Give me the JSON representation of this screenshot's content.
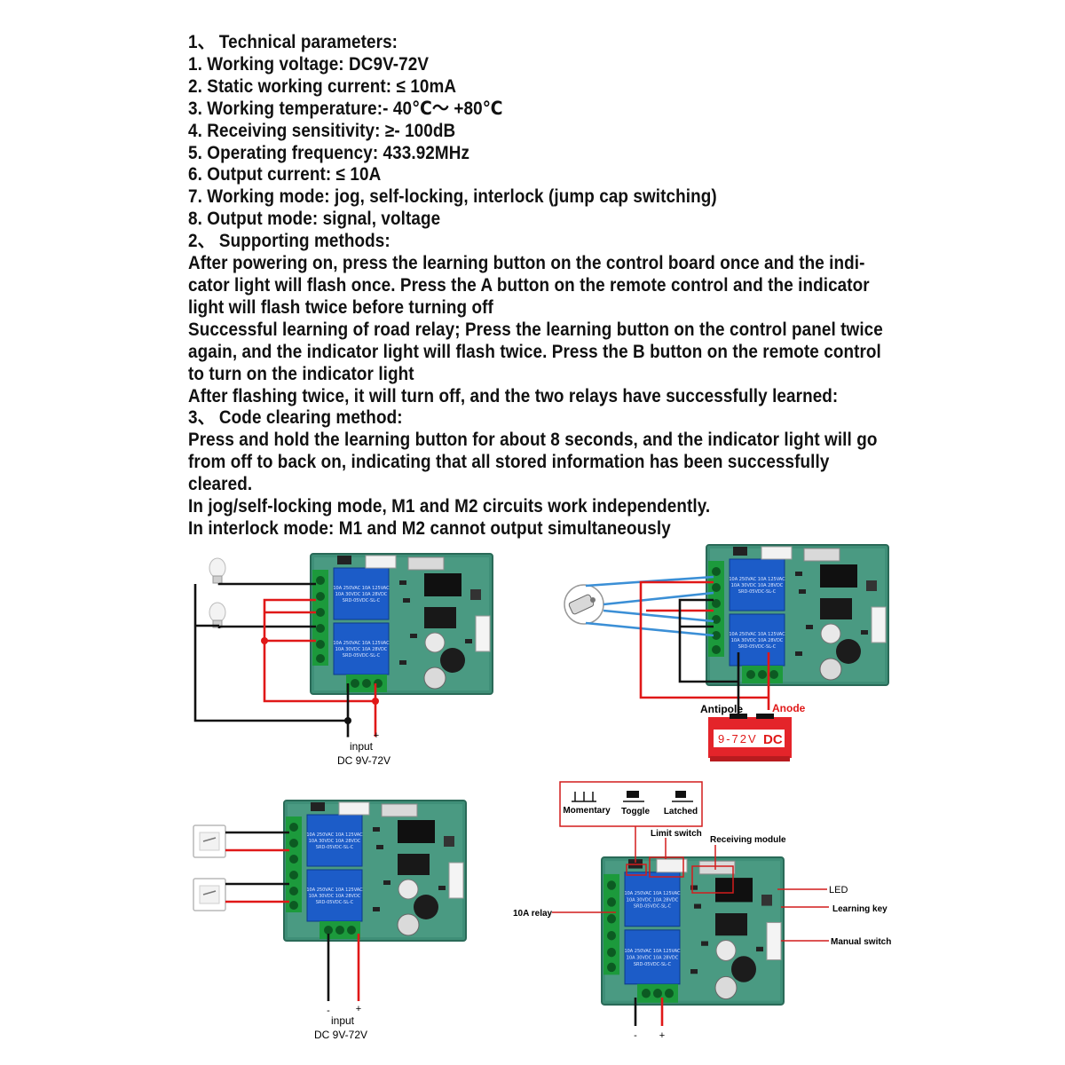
{
  "text_lines": [
    "1、 Technical parameters:",
    "1. Working voltage: DC9V-72V",
    "2. Static working current: ≤ 10mA",
    "3. Working temperature:- 40℃～ +80℃",
    "4. Receiving sensitivity: ≥- 100dB",
    "5. Operating frequency: 433.92MHz",
    "6. Output current: ≤ 10A",
    "7. Working mode: jog, self-locking, interlock (jump cap switching)",
    "8. Output mode: signal, voltage",
    "2、 Supporting methods:",
    "After powering on, press the learning button on the control board once and the indi-",
    "cator light will flash once. Press the A button on the remote control and the indicator",
    "light will flash twice before turning off",
    "Successful learning of road relay; Press the learning button on the control panel twice",
    "again, and the indicator light will flash twice. Press the B button on the remote control",
    "to turn on the indicator light",
    "After flashing twice, it will turn off, and the two relays have successfully learned:",
    "3、 Code clearing method:",
    "Press and hold the learning button for about 8 seconds, and the indicator light will go",
    "from off to back on, indicating that all stored information has been successfully",
    "cleared.",
    "In jog/self-locking mode, M1 and M2 circuits work independently.",
    "In interlock mode: M1 and M2 cannot output simultaneously"
  ],
  "relay_label_a": "10A 250VAC  10A 125VAC",
  "relay_label_b": "10A 30VDC   10A 28VDC",
  "relay_model": "SRD-05VDC-SL-C",
  "diagram1": {
    "minus": "-",
    "plus": "+",
    "input": "input",
    "voltage": "DC 9V-72V"
  },
  "diagram2": {
    "antipole": "Antipole",
    "anode": "Anode",
    "battery": "9-72V",
    "battery_dc": "DC"
  },
  "diagram3": {
    "minus": "-",
    "plus": "+",
    "input": "input",
    "voltage": "DC 9V-72V"
  },
  "diagram4": {
    "modes": [
      "Momentary",
      "Toggle",
      "Latched"
    ],
    "limit_switch": "Limit switch",
    "receiving_module": "Receiving module",
    "led": "LED",
    "learning_key": "Learning key",
    "manual_switch": "Manual switch",
    "relay": "10A relay",
    "minus": "-",
    "plus": "+"
  },
  "colors": {
    "wire_red": "#e01818",
    "wire_black": "#111111",
    "wire_blue": "#3b8fd6",
    "relay_blue": "#1c5cc8",
    "pcb_green": "#3f8f78",
    "terminal_green": "#1c9a3c",
    "callout_red": "#d21c1c"
  }
}
